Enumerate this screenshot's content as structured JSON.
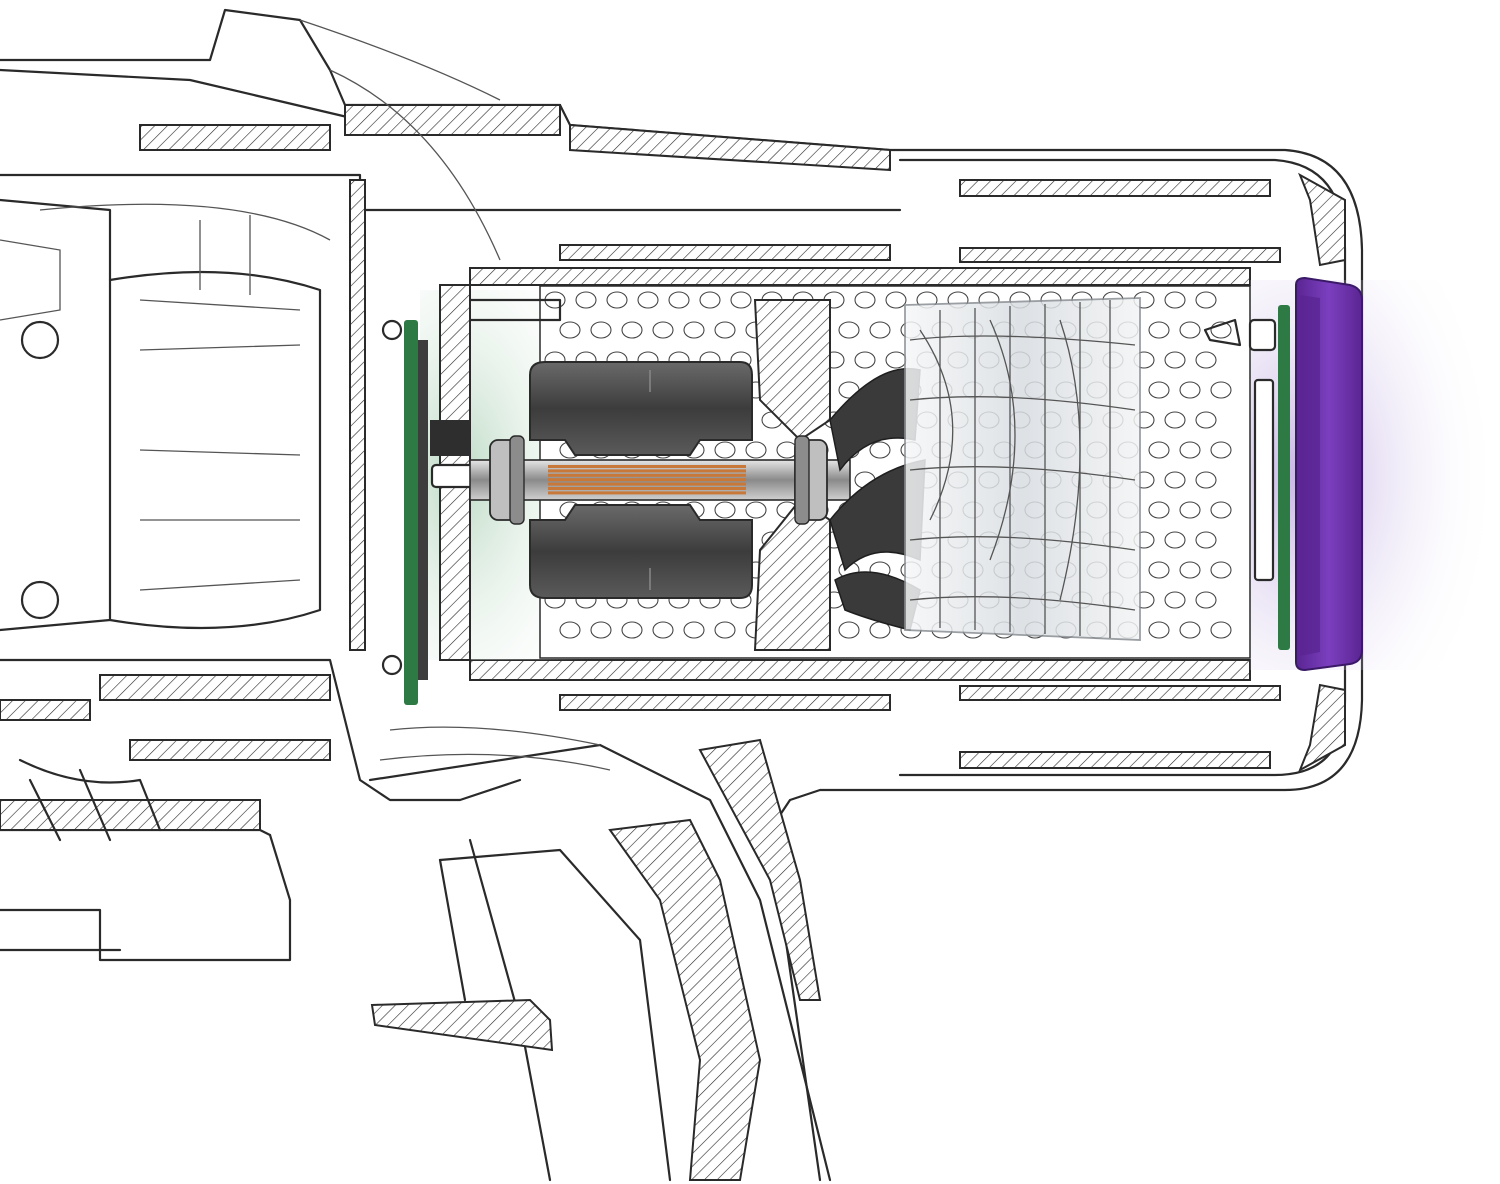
{
  "colors": {
    "background": "#ffffff",
    "outline": "#2a2a2a",
    "filter_cap": "#7b3fbf",
    "filter_cap_dark": "#5a2592",
    "pcb_green": "#2d7a45",
    "copper_winding": "#c8793a",
    "stator_core": "#4a4a4a",
    "shaft_metal": "#9a9a9a",
    "impeller": "#3a3a3a",
    "diffuser_glass": "#dfe3e6"
  },
  "components": [
    {
      "id": "outer-housing",
      "icon": "housing-outline"
    },
    {
      "id": "handle",
      "icon": "handle-outline"
    },
    {
      "id": "trigger",
      "icon": "trigger-outline"
    },
    {
      "id": "control-pcb-left",
      "icon": "circuit-board"
    },
    {
      "id": "motor-stator",
      "icon": "stator-core"
    },
    {
      "id": "copper-winding",
      "icon": "coil"
    },
    {
      "id": "motor-shaft",
      "icon": "shaft"
    },
    {
      "id": "impeller",
      "icon": "impeller-blades"
    },
    {
      "id": "diffuser",
      "icon": "transparent-diffuser"
    },
    {
      "id": "perforated-shroud",
      "icon": "perforated-panel"
    },
    {
      "id": "control-pcb-right",
      "icon": "circuit-board"
    },
    {
      "id": "purple-filter-cap",
      "icon": "end-cap"
    }
  ]
}
